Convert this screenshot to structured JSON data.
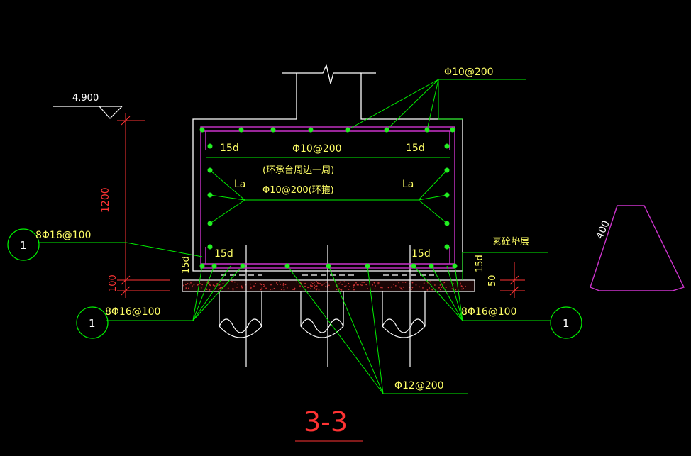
{
  "drawing": {
    "title": "3-3",
    "level_mark": "4.900",
    "dim_1200": "1200",
    "dim_100": "100",
    "dim_50": "50",
    "dim_400": "400",
    "label_15d_top_left": "15d",
    "label_15d_top_right": "15d",
    "label_15d_bottom_left": "15d",
    "label_15d_bottom_right": "15d",
    "label_15d_side_left": "15d",
    "label_15d_side_right": "15d",
    "label_la_left": "La",
    "label_la_right": "La",
    "rebar_top": "Φ10@200",
    "rebar_mid": "Φ10@200",
    "rebar_ring_note": "(环承台周边一周)",
    "rebar_ring": "Φ10@200(环箍)",
    "rebar_left_top": "8Φ16@100",
    "rebar_left_bottom": "8Φ16@100",
    "rebar_right_bottom": "8Φ16@100",
    "rebar_bottom": "Φ12@200",
    "cushion_label": "素砼垫层",
    "callout_left_top": "1",
    "callout_left_bottom": "1",
    "callout_right": "1"
  },
  "colors": {
    "outline": "#ffffff",
    "rebar": "#cc33cc",
    "leader": "#00ee00",
    "dots": "#22ee22",
    "text": "#ffff66",
    "dimension": "#ff3333",
    "cushion": "#cc3333"
  }
}
